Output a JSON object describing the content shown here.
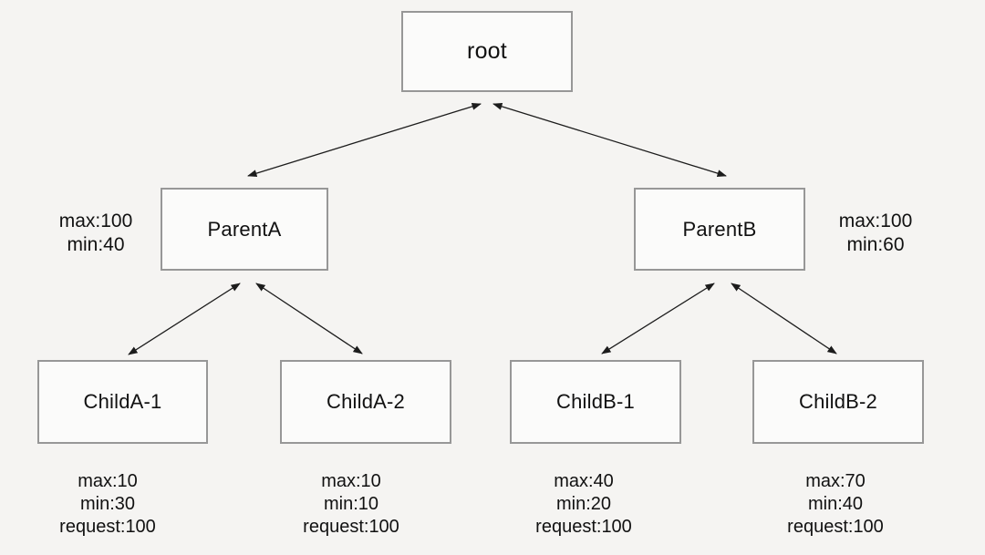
{
  "colors": {
    "background": "#f5f4f2",
    "box_fill": "#fbfbfa",
    "box_border": "#979797",
    "arrow": "#1c1c1c",
    "text": "#111111"
  },
  "nodes": {
    "root": {
      "label": "root"
    },
    "parent_a": {
      "label": "ParentA",
      "max": "max:100",
      "min": "min:40"
    },
    "parent_b": {
      "label": "ParentB",
      "max": "max:100",
      "min": "min:60"
    },
    "child_a1": {
      "label": "ChildA-1",
      "max": "max:10",
      "min": "min:30",
      "request": "request:100"
    },
    "child_a2": {
      "label": "ChildA-2",
      "max": "max:10",
      "min": "min:10",
      "request": "request:100"
    },
    "child_b1": {
      "label": "ChildB-1",
      "max": "max:40",
      "min": "min:20",
      "request": "request:100"
    },
    "child_b2": {
      "label": "ChildB-2",
      "max": "max:70",
      "min": "min:40",
      "request": "request:100"
    }
  },
  "edges": [
    {
      "from": "root",
      "to": "parent_a",
      "bidirectional": true
    },
    {
      "from": "root",
      "to": "parent_b",
      "bidirectional": true
    },
    {
      "from": "parent_a",
      "to": "child_a1",
      "bidirectional": true
    },
    {
      "from": "parent_a",
      "to": "child_a2",
      "bidirectional": true
    },
    {
      "from": "parent_b",
      "to": "child_b1",
      "bidirectional": true
    },
    {
      "from": "parent_b",
      "to": "child_b2",
      "bidirectional": true
    }
  ]
}
